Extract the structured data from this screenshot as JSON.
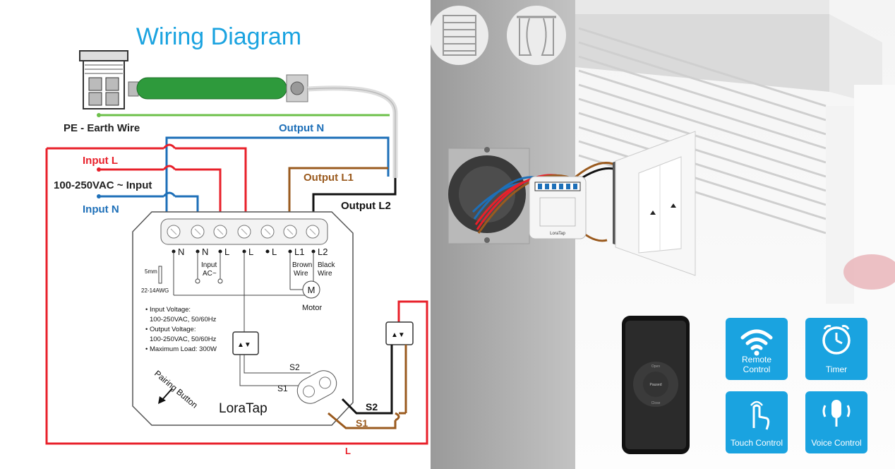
{
  "diagram": {
    "title": "Wiring Diagram",
    "labels": {
      "pe_earth": "PE - Earth Wire",
      "output_n": "Output N",
      "input_l": "Input L",
      "input_voltage": "100-250VAC ~ Input",
      "input_n": "Input N",
      "output_l1": "Output L1",
      "output_l2": "Output L2",
      "s1": "S1",
      "s2": "S2",
      "l_bottom": "L"
    },
    "terminals": [
      "N",
      "N",
      "L",
      "L",
      "L",
      "L1",
      "L2"
    ],
    "module": {
      "input_ac": "Input",
      "input_ac2": "AC~",
      "brown": "Brown",
      "brown2": "Wire",
      "black": "Black",
      "black2": "Wire",
      "motor": "Motor",
      "motor_symbol": "M",
      "wire_strip": "5mm",
      "awg": "22-14AWG",
      "specs": [
        "• Input Voltage:",
        "100-250VAC, 50/60Hz",
        "• Output Voltage:",
        "100-250VAC, 50/60Hz",
        "• Maximum Load: 300W"
      ],
      "pairing": "Pairing Button",
      "brand": "LoraTap",
      "s1": "S1",
      "s2": "S2"
    },
    "colors": {
      "red": "#e8202a",
      "blue": "#1d6fb8",
      "brown": "#9a5a1e",
      "green": "#6cc04a",
      "black": "#111111",
      "title_blue": "#1aa3e0"
    }
  },
  "photo": {
    "device_brand": "LoraTap",
    "phone": {
      "open": "Open",
      "paused": "Paused",
      "close": "Close"
    }
  },
  "features": [
    {
      "label": "Remote Control",
      "icon": "wifi-icon"
    },
    {
      "label": "Timer",
      "icon": "alarm-clock-icon"
    },
    {
      "label": "Touch Control",
      "icon": "touch-hand-icon"
    },
    {
      "label": "Voice Control",
      "icon": "microphone-icon"
    }
  ],
  "curtain_icons": [
    "blinds-icon",
    "curtains-icon"
  ]
}
